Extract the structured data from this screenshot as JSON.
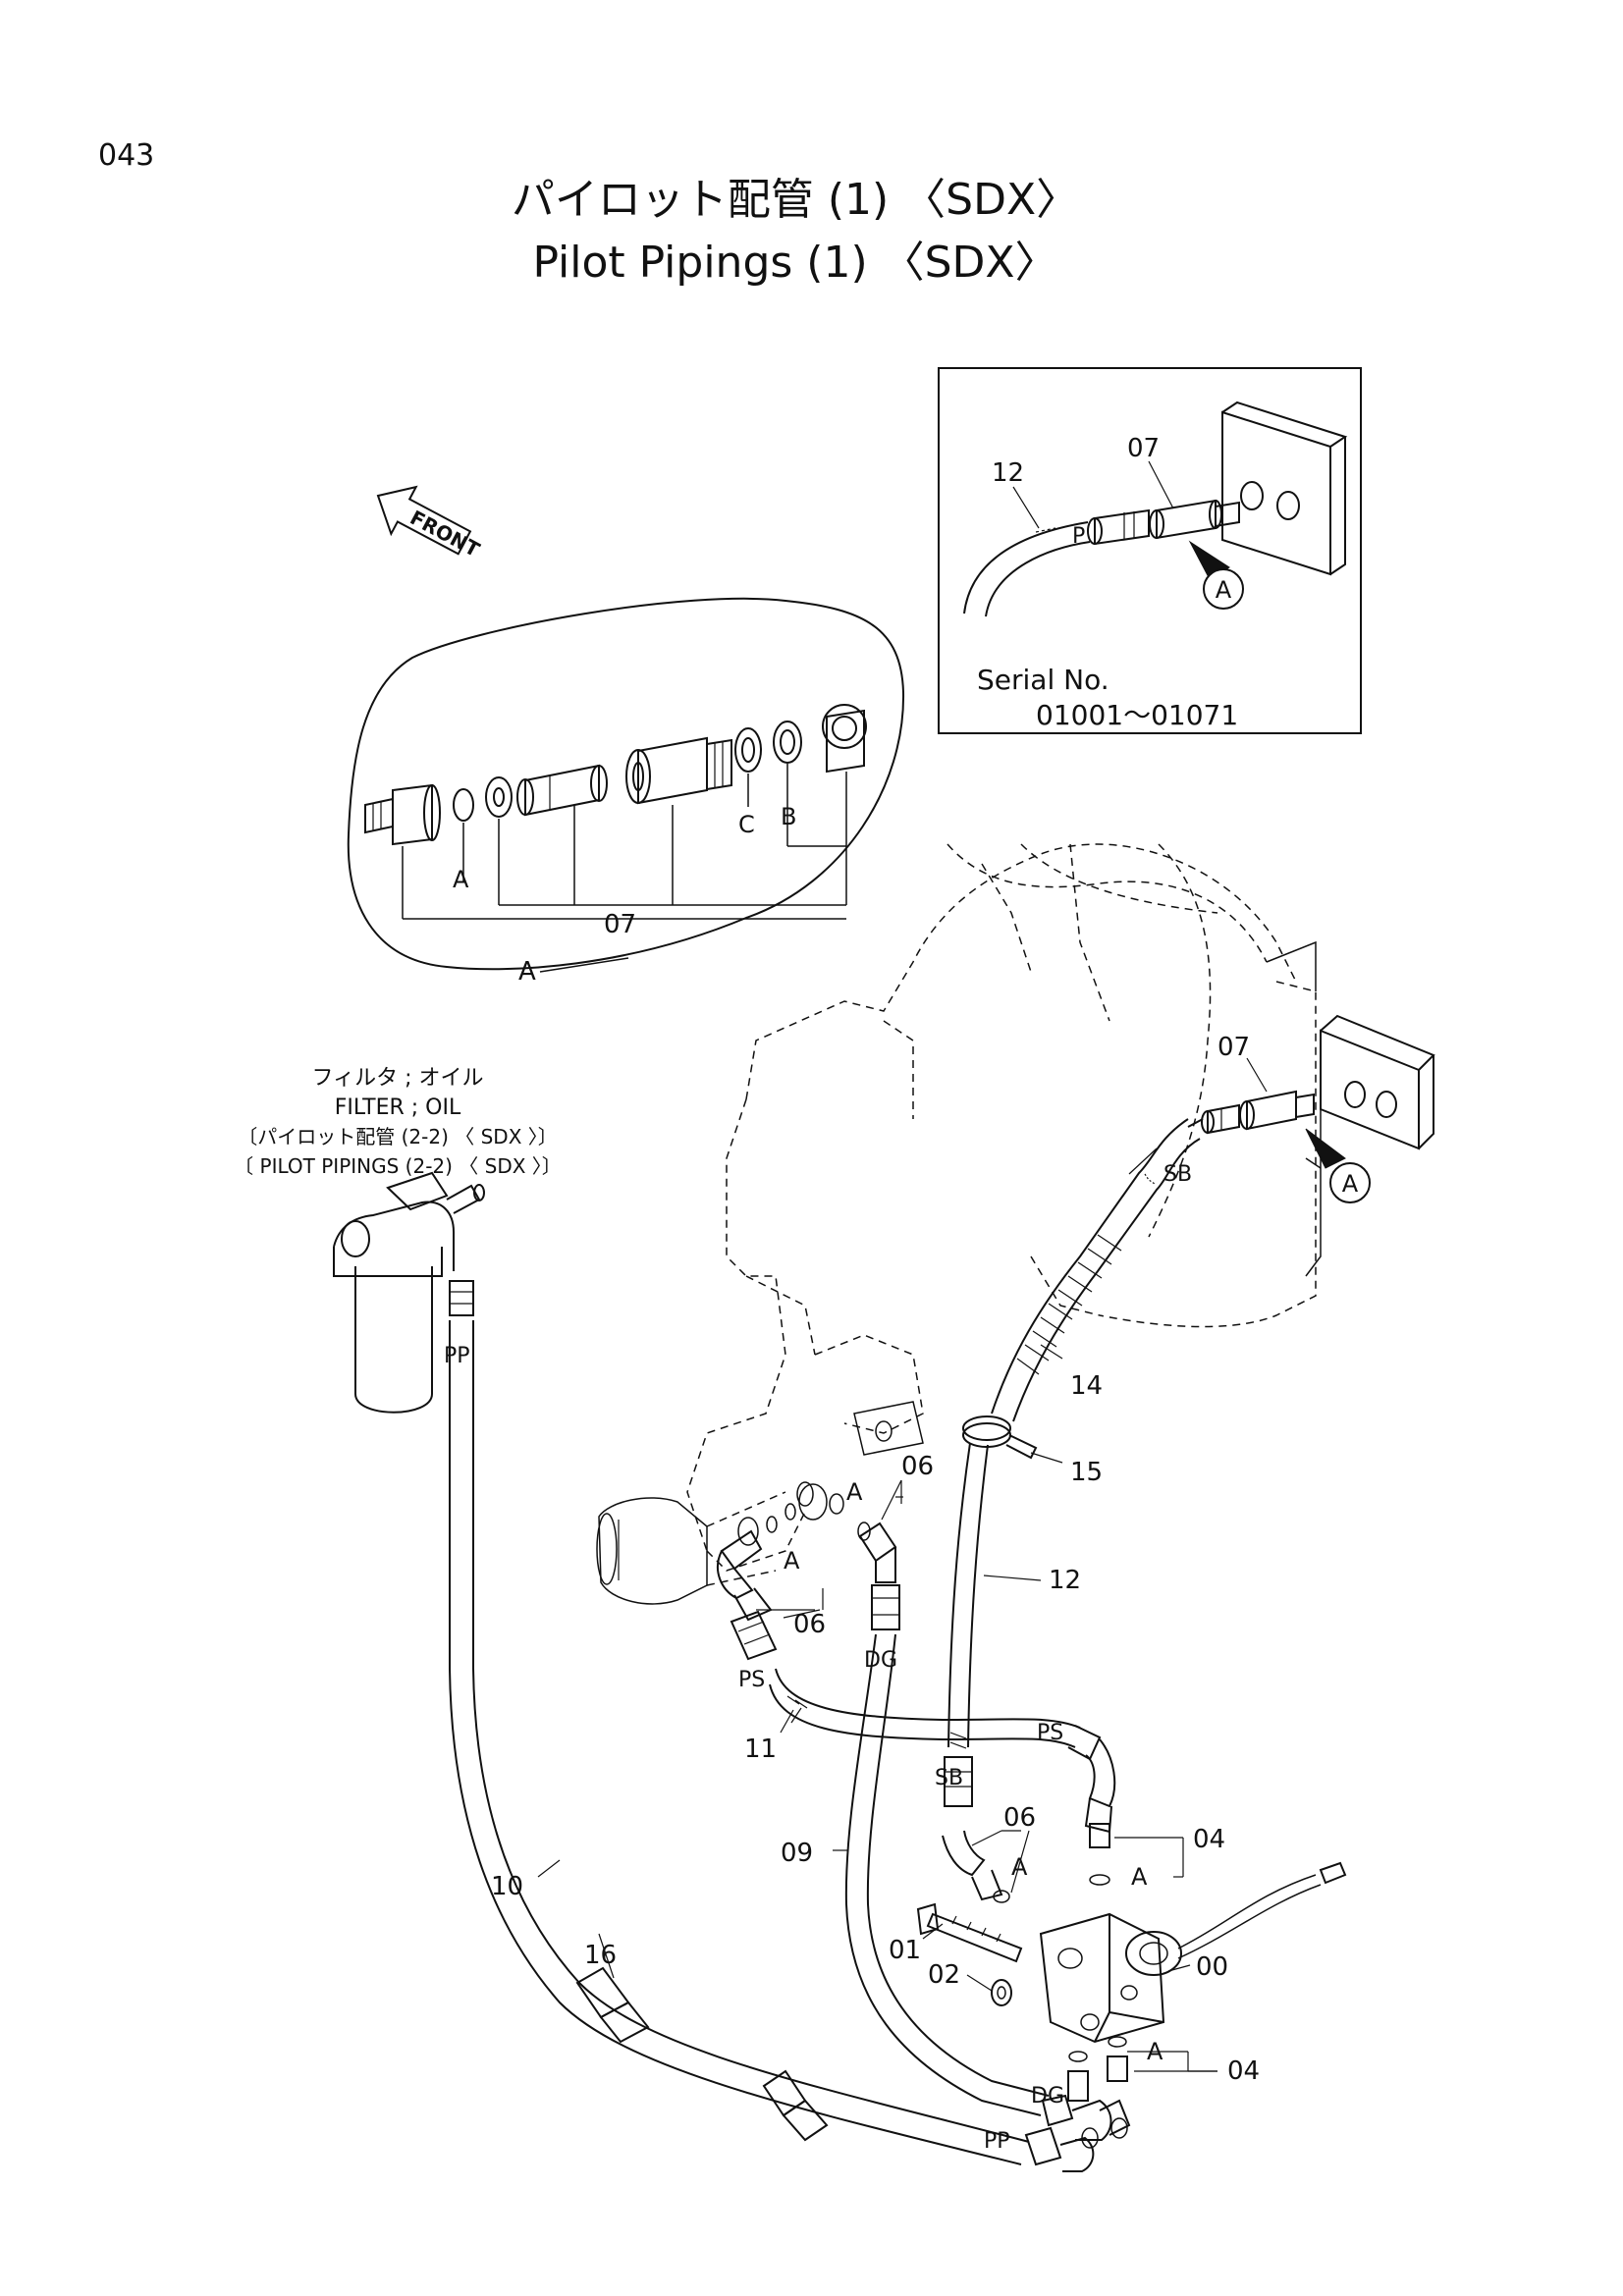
{
  "page_number": "043",
  "title_jp": "パイロット配管 (1) 〈SDX〉",
  "title_en": "Pilot Pipings (1) 〈SDX〉",
  "front_label": "FRONT",
  "inset": {
    "serial_label": "Serial No.",
    "serial_range": "01001～01071",
    "labels": {
      "l12": "12",
      "l07": "07",
      "p": "P",
      "a": "A"
    }
  },
  "detail_a": {
    "labels": {
      "a1": "A",
      "c": "C",
      "b": "B",
      "l07": "07",
      "a_main": "A"
    }
  },
  "filter_note": {
    "line1": "フィルタ ; オイル",
    "line2": "FILTER ; OIL",
    "line3": "〔パイロット配管 (2-2) 〈 SDX 〉〕",
    "line4": "〔 PILOT  PIPINGS (2-2) 〈 SDX 〉〕"
  },
  "callouts": {
    "c07": "07",
    "cA_circle": "A",
    "sb_top": "SB",
    "c14": "14",
    "c15": "15",
    "c12": "12",
    "c06a": "06",
    "cA_a": "A",
    "cA_b": "A",
    "c06b": "06",
    "ps1": "PS",
    "dg1": "DG",
    "c11": "11",
    "ps2": "PS",
    "sb2": "SB",
    "c06c": "06",
    "cA_c": "A",
    "c04a": "04",
    "cA_d": "A",
    "c09": "09",
    "c10": "10",
    "c16": "16",
    "c01": "01",
    "c02": "02",
    "c00": "00",
    "cA_e": "A",
    "c04b": "04",
    "dg2": "DG",
    "pp2": "PP",
    "pp1": "PP"
  }
}
